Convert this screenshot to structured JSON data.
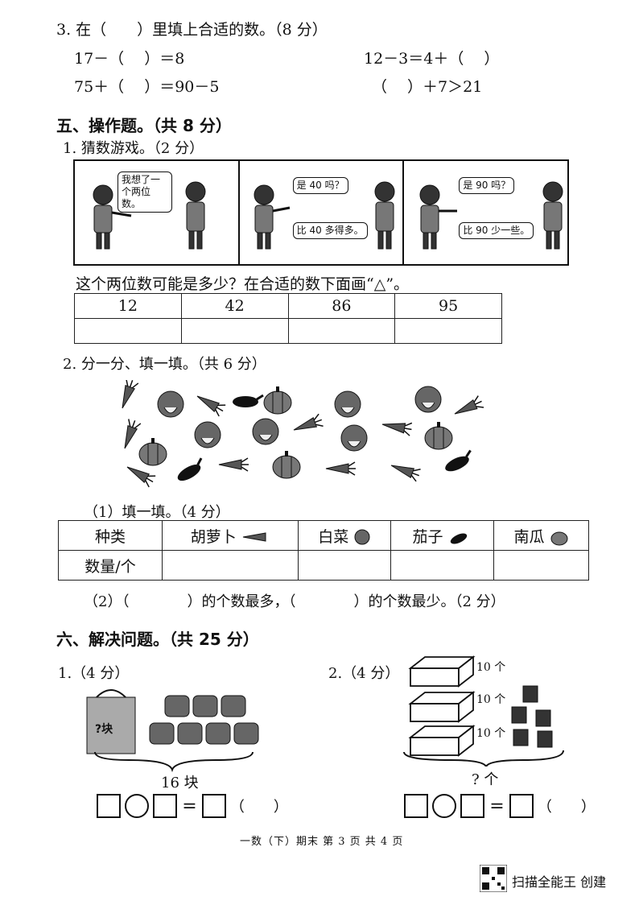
{
  "q3": {
    "title": "3. 在（　　）里填上合适的数。（8 分）",
    "eq1": "17－（　 ）＝8",
    "eq2": "12－3＝4＋（　 ）",
    "eq3": "75＋（　 ）＝90－5",
    "eq4": "（　 ）＋7＞21"
  },
  "sec5": {
    "title": "五、操作题。（共 8 分）",
    "q1_title": "1. 猜数游戏。（2 分）",
    "panels": [
      {
        "bubble": "我想了一个两位数。"
      },
      {
        "bubble1": "是 40 吗？",
        "bubble2": "比 40 多得多。"
      },
      {
        "bubble1": "是 90 吗？",
        "bubble2": "比 90 少一些。"
      }
    ],
    "q1_prompt": "这个两位数可能是多少？在合适的数下面画“△”。",
    "guess_options": [
      "12",
      "42",
      "86",
      "95"
    ],
    "q2_title": "2. 分一分、填一填。（共 6 分）",
    "q2_sub1": "（1）填一填。（4 分）",
    "table_headers": [
      "种类",
      "胡萝卜",
      "白菜",
      "茄子",
      "南瓜"
    ],
    "table_row_label": "数量/个",
    "q2_sub2": "（2）（　　　　）的个数最多，（　　　　）的个数最少。（2 分）"
  },
  "sec6": {
    "title": "六、解决问题。（共 25 分）",
    "q1_title": "1.（4 分）",
    "bag_label": "?块",
    "total_label": "16 块",
    "q2_title": "2.（4 分）",
    "box_labels": [
      "10 个",
      "10 个",
      "10 个"
    ],
    "unknown_label": "? 个",
    "paren": "（　　）"
  },
  "footer": "一数（下）期末 第 3 页 共 4 页",
  "watermark": "扫描全能王 创建"
}
